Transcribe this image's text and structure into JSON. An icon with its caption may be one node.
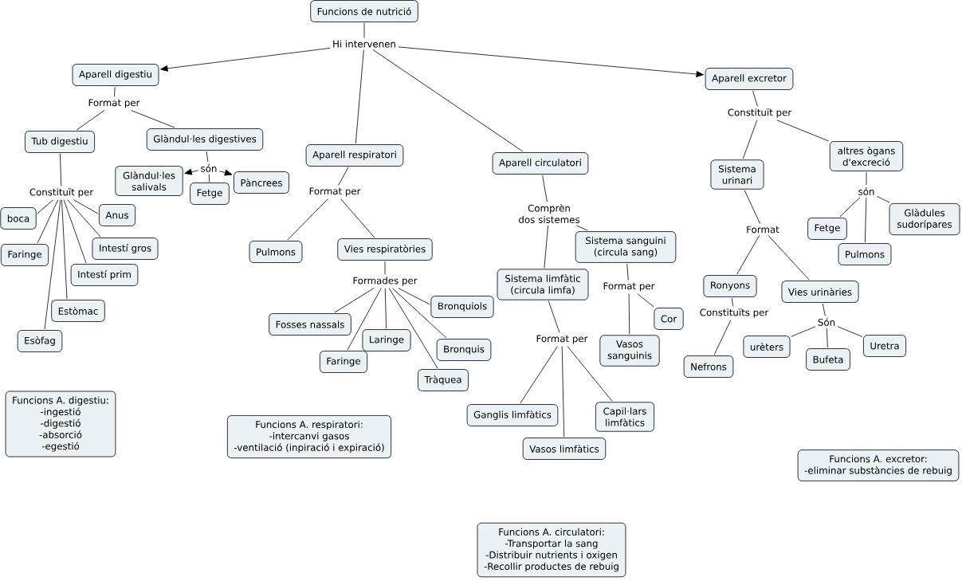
{
  "diagram": {
    "nodes": [
      {
        "text": [
          "Funcions de nutrició"
        ]
      },
      {
        "text": [
          "Hi intervenen"
        ]
      },
      {
        "text": [
          "Aparell digestiu"
        ]
      },
      {
        "text": [
          "Aparell respiratori"
        ]
      },
      {
        "text": [
          "Aparell circulatori"
        ]
      },
      {
        "text": [
          "Aparell excretor"
        ]
      },
      {
        "text": [
          "Format per"
        ]
      },
      {
        "text": [
          "Tub digestiu"
        ]
      },
      {
        "text": [
          "Glàndul·les digestives"
        ]
      },
      {
        "text": [
          "Constituït per"
        ]
      },
      {
        "text": [
          "boca"
        ]
      },
      {
        "text": [
          "Anus"
        ]
      },
      {
        "text": [
          "Faringe"
        ]
      },
      {
        "text": [
          "Intestí gros"
        ]
      },
      {
        "text": [
          "Intestí prim"
        ]
      },
      {
        "text": [
          "Estòmac"
        ]
      },
      {
        "text": [
          "Esòfag"
        ]
      },
      {
        "text": [
          "són"
        ]
      },
      {
        "text": [
          "Glàndul·les salivals"
        ]
      },
      {
        "text": [
          "Fetge"
        ]
      },
      {
        "text": [
          "Pàncrees"
        ]
      },
      {
        "text": [
          "Funcions A. digestiu:",
          "-ingestió",
          "-digestió",
          "-absorció",
          "-egestió"
        ]
      },
      {
        "text": [
          "Format per"
        ]
      },
      {
        "text": [
          "Pulmons"
        ]
      },
      {
        "text": [
          "Vies respiratòries"
        ]
      },
      {
        "text": [
          "Formades per"
        ]
      },
      {
        "text": [
          "Fosses nassals"
        ]
      },
      {
        "text": [
          "Bronquiols"
        ]
      },
      {
        "text": [
          "Laringe"
        ]
      },
      {
        "text": [
          "Bronquis"
        ]
      },
      {
        "text": [
          "Faringe"
        ]
      },
      {
        "text": [
          "Tràquea"
        ]
      },
      {
        "text": [
          "Funcions A. respiratori:",
          "-intercanvi gasos",
          "-ventilació (inpiració i expiració)"
        ]
      },
      {
        "text": [
          "Comprèn dos sistemes"
        ]
      },
      {
        "text": [
          "Sistema sanguini (circula sang)"
        ]
      },
      {
        "text": [
          "Sistema limfàtic (circula limfa)"
        ]
      },
      {
        "text": [
          "Format per"
        ]
      },
      {
        "text": [
          "Cor"
        ]
      },
      {
        "text": [
          "Vasos sanguinis"
        ]
      },
      {
        "text": [
          "Format per"
        ]
      },
      {
        "text": [
          "Ganglis limfàtics"
        ]
      },
      {
        "text": [
          "Capil·lars limfàtics"
        ]
      },
      {
        "text": [
          "Vasos limfàtics"
        ]
      },
      {
        "text": [
          "Funcions A. circulatori:",
          "-Transportar la sang",
          "-Distribuir nutrients i oxigen",
          "-Recollir productes de rebuig"
        ]
      },
      {
        "text": [
          "Constituït per"
        ]
      },
      {
        "text": [
          "Sistema urinari"
        ]
      },
      {
        "text": [
          "altres ògans d'excreció"
        ]
      },
      {
        "text": [
          "Format"
        ]
      },
      {
        "text": [
          "Ronyons"
        ]
      },
      {
        "text": [
          "Vies urinàries"
        ]
      },
      {
        "text": [
          "Constituïts per"
        ]
      },
      {
        "text": [
          "Nefrons"
        ]
      },
      {
        "text": [
          "Són"
        ]
      },
      {
        "text": [
          "urèters"
        ]
      },
      {
        "text": [
          "Bufeta"
        ]
      },
      {
        "text": [
          "Uretra"
        ]
      },
      {
        "text": [
          "són"
        ]
      },
      {
        "text": [
          "Fetge"
        ]
      },
      {
        "text": [
          "Pulmons"
        ]
      },
      {
        "text": [
          "Glàdules sudorípares"
        ]
      },
      {
        "text": [
          "Funcions A. excretor:",
          "-eliminar substàncies de rebuig"
        ]
      }
    ],
    "edges": [
      {
        "from": 0,
        "to": 1,
        "arrow": "none"
      },
      {
        "from": 1,
        "to": 2,
        "arrow": "to"
      },
      {
        "from": 1,
        "to": 3,
        "arrow": "none"
      },
      {
        "from": 1,
        "to": 4,
        "arrow": "none"
      },
      {
        "from": 1,
        "to": 5,
        "arrow": "to"
      },
      {
        "from": 2,
        "to": 6,
        "arrow": "none"
      },
      {
        "from": 6,
        "to": 7,
        "arrow": "none"
      },
      {
        "from": 6,
        "to": 8,
        "arrow": "none"
      },
      {
        "from": 7,
        "to": 9,
        "arrow": "none"
      },
      {
        "from": 9,
        "to": 10,
        "arrow": "none"
      },
      {
        "from": 9,
        "to": 11,
        "arrow": "none"
      },
      {
        "from": 9,
        "to": 12,
        "arrow": "none"
      },
      {
        "from": 9,
        "to": 13,
        "arrow": "none"
      },
      {
        "from": 9,
        "to": 14,
        "arrow": "none"
      },
      {
        "from": 9,
        "to": 15,
        "arrow": "none"
      },
      {
        "from": 9,
        "to": 16,
        "arrow": "none"
      },
      {
        "from": 8,
        "to": 17,
        "arrow": "none"
      },
      {
        "from": 17,
        "to": 18,
        "arrow": "to"
      },
      {
        "from": 17,
        "to": 19,
        "arrow": "none"
      },
      {
        "from": 17,
        "to": 20,
        "arrow": "to"
      },
      {
        "from": 3,
        "to": 22,
        "arrow": "none"
      },
      {
        "from": 22,
        "to": 23,
        "arrow": "none"
      },
      {
        "from": 22,
        "to": 24,
        "arrow": "none"
      },
      {
        "from": 24,
        "to": 25,
        "arrow": "none"
      },
      {
        "from": 25,
        "to": 26,
        "arrow": "none"
      },
      {
        "from": 25,
        "to": 27,
        "arrow": "none"
      },
      {
        "from": 25,
        "to": 28,
        "arrow": "none"
      },
      {
        "from": 25,
        "to": 29,
        "arrow": "none"
      },
      {
        "from": 25,
        "to": 30,
        "arrow": "none"
      },
      {
        "from": 25,
        "to": 31,
        "arrow": "none"
      },
      {
        "from": 4,
        "to": 33,
        "arrow": "none"
      },
      {
        "from": 33,
        "to": 34,
        "arrow": "none"
      },
      {
        "from": 33,
        "to": 35,
        "arrow": "none"
      },
      {
        "from": 34,
        "to": 36,
        "arrow": "none"
      },
      {
        "from": 36,
        "to": 37,
        "arrow": "none"
      },
      {
        "from": 36,
        "to": 38,
        "arrow": "none"
      },
      {
        "from": 35,
        "to": 39,
        "arrow": "none"
      },
      {
        "from": 39,
        "to": 40,
        "arrow": "none"
      },
      {
        "from": 39,
        "to": 41,
        "arrow": "none"
      },
      {
        "from": 39,
        "to": 42,
        "arrow": "none"
      },
      {
        "from": 5,
        "to": 44,
        "arrow": "none"
      },
      {
        "from": 44,
        "to": 45,
        "arrow": "none"
      },
      {
        "from": 44,
        "to": 46,
        "arrow": "none"
      },
      {
        "from": 45,
        "to": 47,
        "arrow": "none"
      },
      {
        "from": 47,
        "to": 48,
        "arrow": "none"
      },
      {
        "from": 47,
        "to": 49,
        "arrow": "none"
      },
      {
        "from": 48,
        "to": 50,
        "arrow": "none"
      },
      {
        "from": 50,
        "to": 51,
        "arrow": "none"
      },
      {
        "from": 49,
        "to": 52,
        "arrow": "none"
      },
      {
        "from": 52,
        "to": 53,
        "arrow": "none"
      },
      {
        "from": 52,
        "to": 54,
        "arrow": "none"
      },
      {
        "from": 52,
        "to": 55,
        "arrow": "none"
      },
      {
        "from": 46,
        "to": 56,
        "arrow": "none"
      },
      {
        "from": 56,
        "to": 57,
        "arrow": "none"
      },
      {
        "from": 56,
        "to": 58,
        "arrow": "none"
      },
      {
        "from": 56,
        "to": 59,
        "arrow": "none"
      }
    ]
  }
}
